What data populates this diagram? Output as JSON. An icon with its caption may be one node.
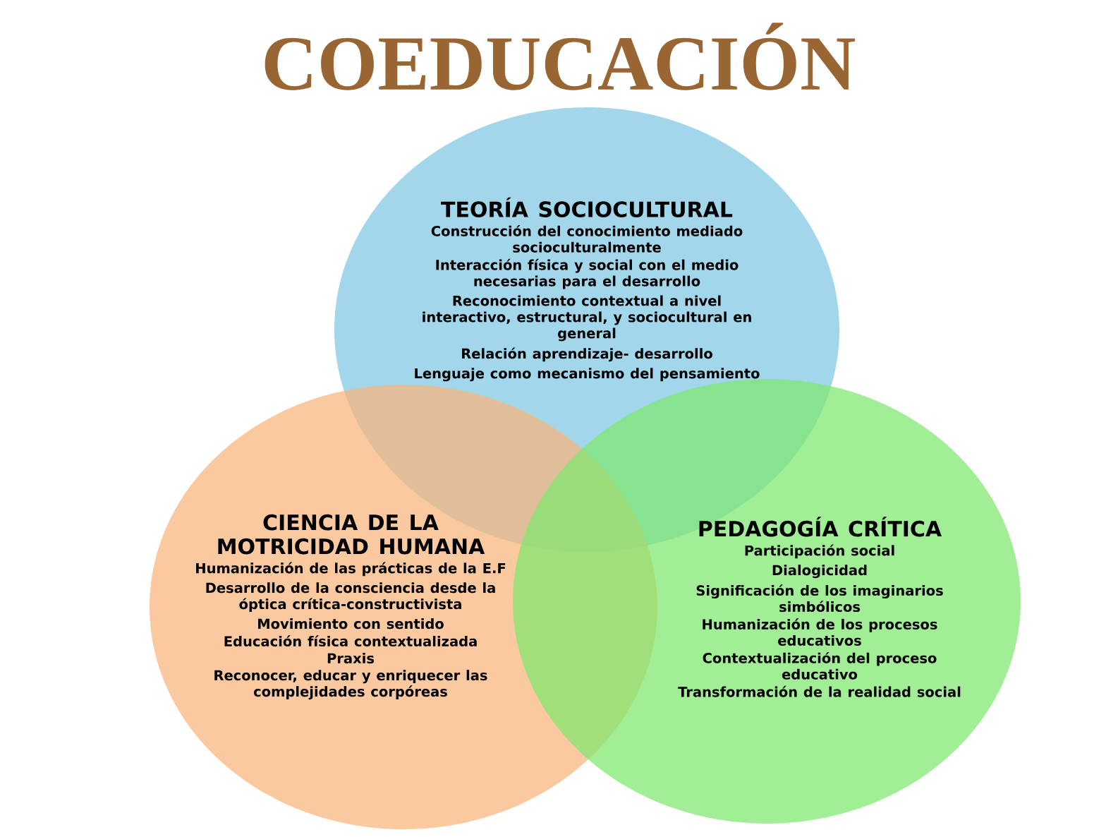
{
  "diagram": {
    "title": "COEDUCACIÓN",
    "nodes": [
      {
        "text": [
          "TEORÍA SOCIOCULTURAL",
          "Construcción del conocimiento mediado socioculturalmente",
          "Interacción física y social con el medio necesarias para el desarrollo",
          "Reconocimiento contextual a nivel interactivo, estructural, y sociocultural en general",
          "Relación aprendizaje- desarrollo",
          "Lenguaje como mecanismo del pensamiento"
        ]
      },
      {
        "text": [
          "CIENCIA DE LA MOTRICIDAD HUMANA",
          "Humanización de las prácticas de la E.F",
          "Desarrollo de la consciencia desde la óptica crítica-constructivista",
          "Movimiento con sentido",
          "Educación física contextualizada",
          "Praxis",
          "Reconocer, educar y enriquecer las complejidades corpóreas"
        ]
      },
      {
        "text": [
          "PEDAGOGÍA CRÍTICA",
          "Participación social",
          "Dialogicidad",
          "Significación de los imaginarios simbólicos",
          "Humanización de los procesos educativos",
          "Contextualización del proceso educativo",
          "Transformación de la realidad social"
        ]
      }
    ]
  }
}
